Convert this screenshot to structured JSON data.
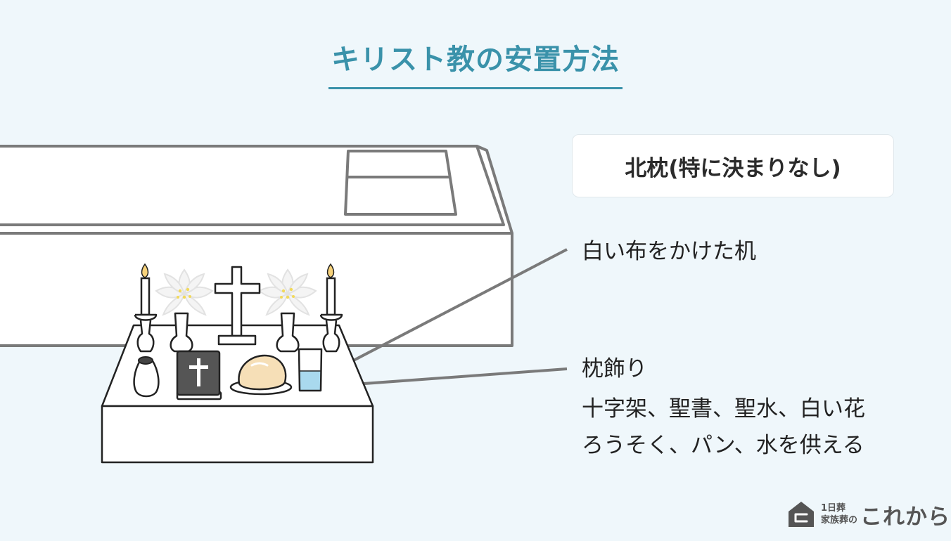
{
  "title": "キリスト教の安置方法",
  "pillow_direction": "北枕(特に決まりなし)",
  "labels": {
    "desk": "白い布をかけた机",
    "decoration_title": "枕飾り",
    "decoration_line1": "十字架、聖書、聖水、白い花",
    "decoration_line2": "ろうそく、パン、水を供える"
  },
  "logo": {
    "line1": "1日葬",
    "line2": "家族葬の",
    "brand": "これから"
  },
  "icons": [
    "coffin",
    "candle-icon",
    "white-flower-icon",
    "cross-icon",
    "bible-icon",
    "bread-icon",
    "water-glass-icon",
    "holy-water-vase-icon",
    "house-logo-icon"
  ],
  "colors": {
    "background": "#eff7fb",
    "accent": "#3a92aa",
    "line": "#7a7a7a",
    "water": "#a9d9ee",
    "bread": "#f6dfb7",
    "bible": "#555555"
  }
}
